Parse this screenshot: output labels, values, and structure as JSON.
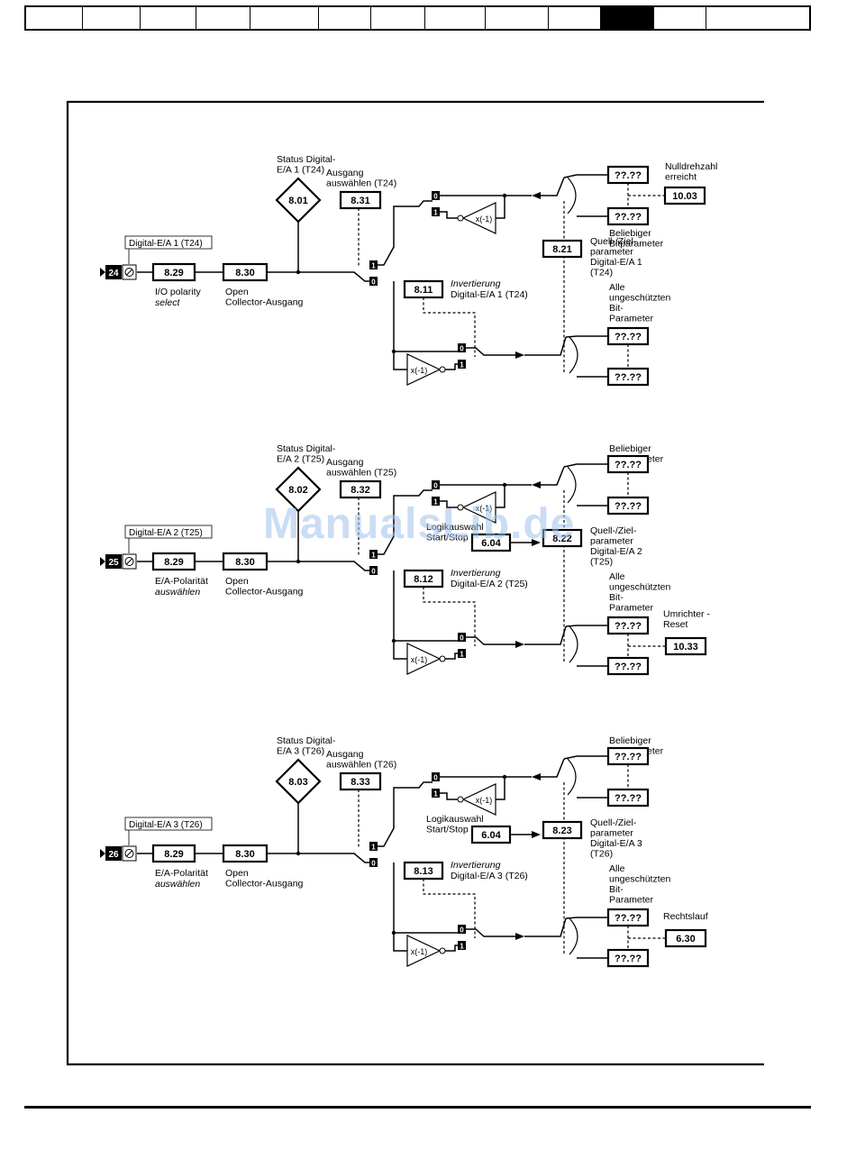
{
  "header": {
    "tab_count": 13,
    "active_tab_index": 10
  },
  "watermark": "ManualsLib.de",
  "blocks": [
    {
      "terminal": "24",
      "terminal_label": "Digital-E/A 1 (T24)",
      "polarity_param": "8.29",
      "polarity_label": [
        "I/O polarity"
      ],
      "polarity_label_italic": "select",
      "oc_param": "8.30",
      "oc_label": [
        "Open",
        "Collector-Ausgang"
      ],
      "status_param": "8.01",
      "status_label": [
        "Status Digital-",
        "E/A 1 (T24)"
      ],
      "select_param": "8.31",
      "select_label": [
        "Ausgang",
        "auswählen (T24)"
      ],
      "invert_param": "8.11",
      "invert_label_italic": "Invertierung",
      "invert_label": "Digital-E/A 1 (T24)",
      "source_param": "8.21",
      "source_label": [
        "Quell-/Ziel-",
        "parameter",
        "Digital-E/A 1",
        "(T24)"
      ],
      "top_label": [],
      "top_p1": "??.??",
      "top_p2": "??.??",
      "top_right_label": [
        "Nulldrehzahl",
        "erreicht"
      ],
      "top_right_param": "10.03",
      "top_bottom_label": [
        "Beliebiger",
        "Bitparameter"
      ],
      "bottom_label": [
        "Alle",
        "ungeschützten",
        "Bit-",
        "Parameter"
      ],
      "bottom_p1": "??.??",
      "bottom_p2": "??.??",
      "bottom_right_label": [],
      "bottom_right_param": "",
      "logic_label": [],
      "logic_param": ""
    },
    {
      "terminal": "25",
      "terminal_label": "Digital-E/A 2 (T25)",
      "polarity_param": "8.29",
      "polarity_label": [
        "E/A-Polarität"
      ],
      "polarity_label_italic": "auswählen",
      "oc_param": "8.30",
      "oc_label": [
        "Open",
        "Collector-Ausgang"
      ],
      "status_param": "8.02",
      "status_label": [
        "Status Digital-",
        "E/A 2 (T25)"
      ],
      "select_param": "8.32",
      "select_label": [
        "Ausgang",
        "auswählen (T25)"
      ],
      "invert_param": "8.12",
      "invert_label_italic": "Invertierung",
      "invert_label": "Digital-E/A 2 (T25)",
      "source_param": "8.22",
      "source_label": [
        "Quell-/Ziel-",
        "parameter",
        "Digital-E/A 2",
        "(T25)"
      ],
      "top_label": [
        "Beliebiger",
        "Bitparameter"
      ],
      "top_p1": "??.??",
      "top_p2": "??.??",
      "top_right_label": [],
      "top_right_param": "",
      "top_bottom_label": [],
      "bottom_label": [
        "Alle",
        "ungeschützten",
        "Bit-",
        "Parameter"
      ],
      "bottom_p1": "??.??",
      "bottom_p2": "??.??",
      "bottom_right_label": [
        "Umrichter -",
        "Reset"
      ],
      "bottom_right_param": "10.33",
      "logic_label": [
        "Logikauswahl",
        "Start/Stop"
      ],
      "logic_param": "6.04"
    },
    {
      "terminal": "26",
      "terminal_label": "Digital-E/A 3 (T26)",
      "polarity_param": "8.29",
      "polarity_label": [
        "E/A-Polarität"
      ],
      "polarity_label_italic": "auswählen",
      "oc_param": "8.30",
      "oc_label": [
        "Open",
        "Collector-Ausgang"
      ],
      "status_param": "8.03",
      "status_label": [
        "Status Digital-",
        "E/A 3 (T26)"
      ],
      "select_param": "8.33",
      "select_label": [
        "Ausgang",
        "auswählen (T26)"
      ],
      "invert_param": "8.13",
      "invert_label_italic": "Invertierung",
      "invert_label": "Digital-E/A 3 (T26)",
      "source_param": "8.23",
      "source_label": [
        "Quell-/Ziel-",
        "parameter",
        "Digital-E/A 3",
        "(T26)"
      ],
      "top_label": [
        "Beliebiger",
        "Bitparameter"
      ],
      "top_p1": "??.??",
      "top_p2": "??.??",
      "top_right_label": [],
      "top_right_param": "",
      "top_bottom_label": [],
      "bottom_label": [
        "Alle",
        "ungeschützten",
        "Bit-",
        "Parameter"
      ],
      "bottom_p1": "??.??",
      "bottom_p2": "??.??",
      "bottom_right_label": [
        "Rechtslauf"
      ],
      "bottom_right_param": "6.30",
      "logic_label": [
        "Logikauswahl",
        "Start/Stop"
      ],
      "logic_param": "6.04"
    }
  ],
  "common": {
    "sw0": "0",
    "sw1": "1",
    "inverter_label": "x(-1)"
  }
}
